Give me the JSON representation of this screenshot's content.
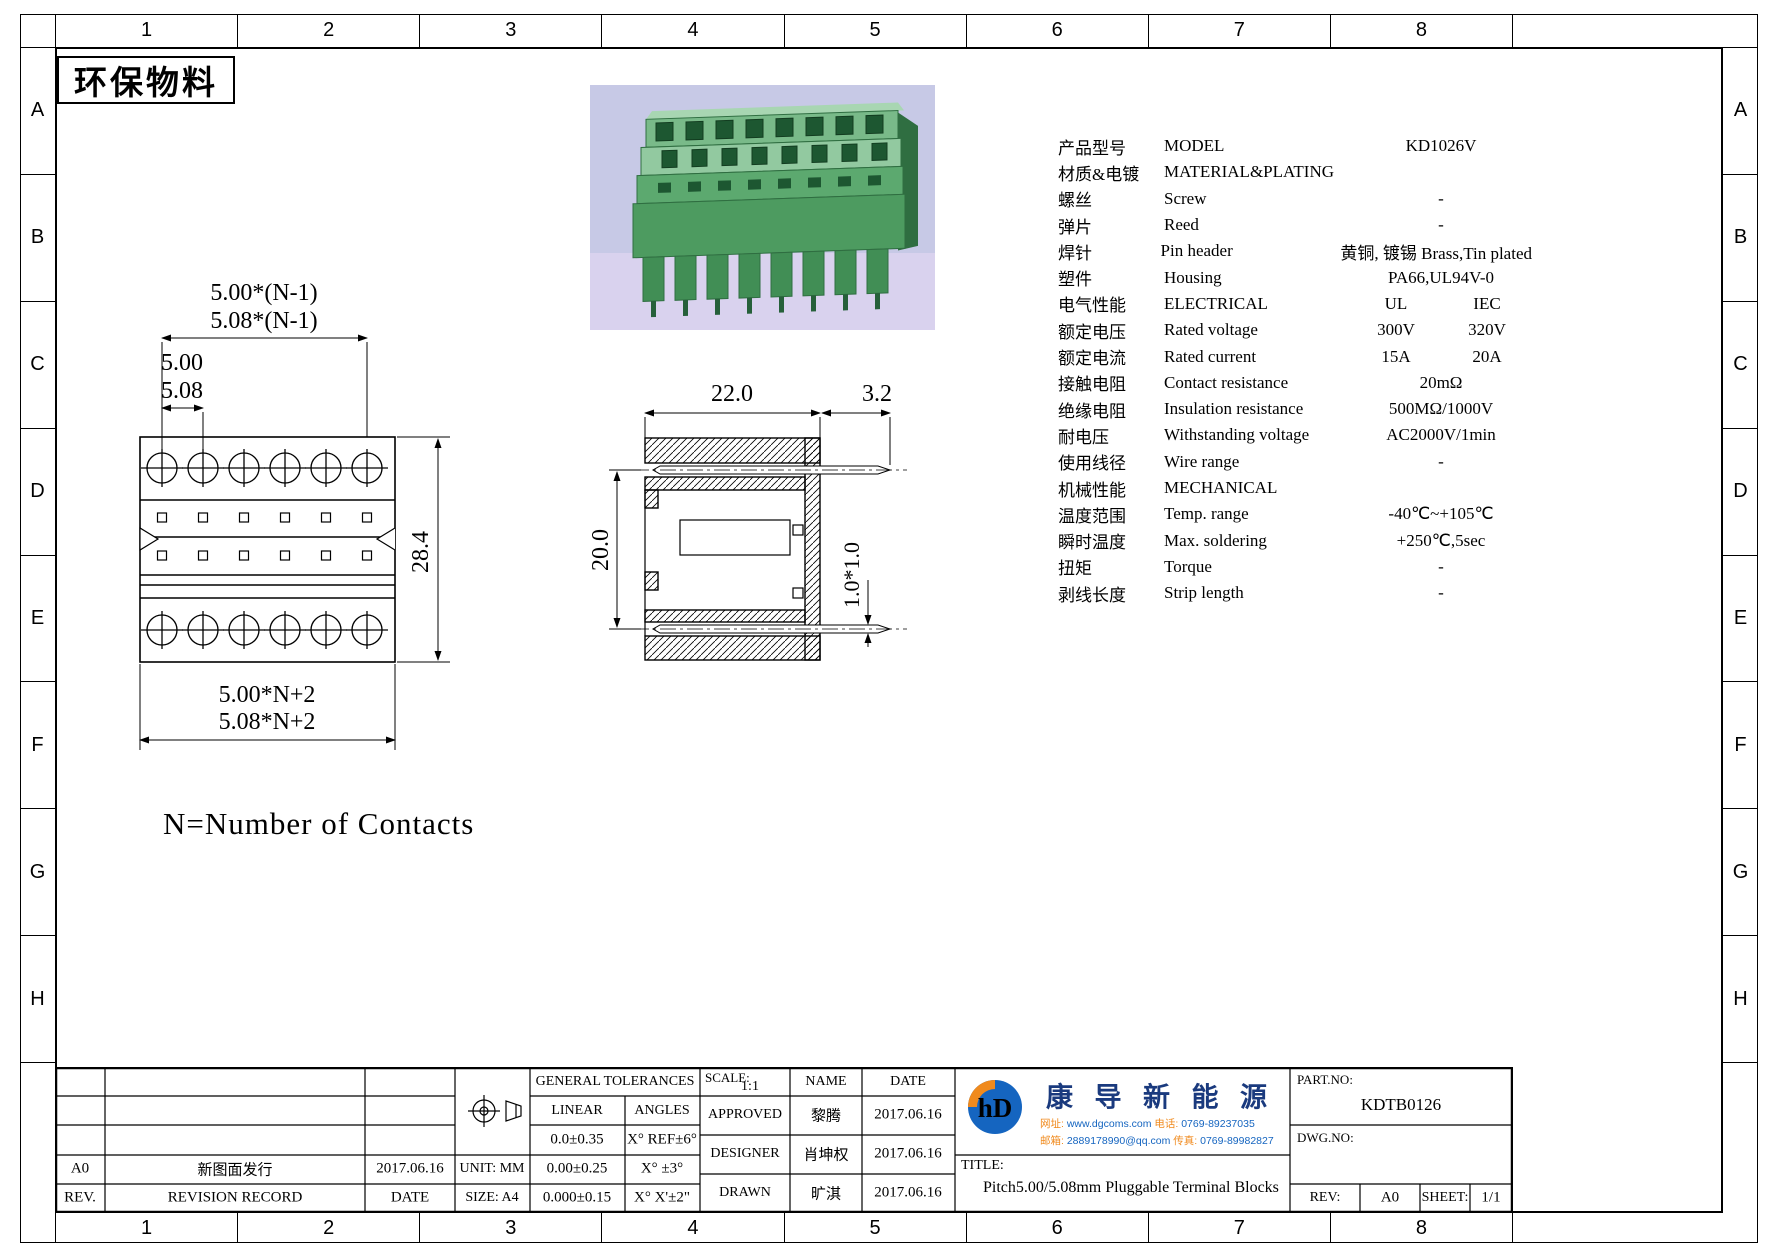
{
  "frame": {
    "eco_label": "环保物料",
    "columns": [
      "1",
      "2",
      "3",
      "4",
      "5",
      "6",
      "7",
      "8"
    ],
    "rows": [
      "A",
      "B",
      "C",
      "D",
      "E",
      "F",
      "G",
      "H"
    ]
  },
  "views": {
    "note": "N=Number of Contacts",
    "front": {
      "dim_pitch_total_1": "5.00*(N-1)",
      "dim_pitch_total_2": "5.08*(N-1)",
      "dim_pitch_1": "5.00",
      "dim_pitch_2": "5.08",
      "dim_height": "28.4",
      "dim_width_1": "5.00*N+2",
      "dim_width_2": "5.08*N+2"
    },
    "side": {
      "dim_depth": "22.0",
      "dim_pin_length": "3.2",
      "dim_height": "20.0",
      "dim_pin_section": "1.0*1.0"
    }
  },
  "specs": {
    "rows": [
      {
        "cn": "产品型号",
        "en": "MODEL",
        "v1": "KD1026V",
        "v2": ""
      },
      {
        "cn": "材质&电镀",
        "en": "MATERIAL&PLATING",
        "v1": "",
        "v2": ""
      },
      {
        "cn": "螺丝",
        "en": "Screw",
        "v1": "-",
        "v2": ""
      },
      {
        "cn": "弹片",
        "en": "Reed",
        "v1": "-",
        "v2": ""
      },
      {
        "cn": "焊针",
        "en": "Pin header",
        "v1": "黄铜, 镀锡 Brass,Tin plated",
        "v2": ""
      },
      {
        "cn": "塑件",
        "en": "Housing",
        "v1": "PA66,UL94V-0",
        "v2": ""
      },
      {
        "cn": "电气性能",
        "en": "ELECTRICAL",
        "v1": "UL",
        "v2": "IEC"
      },
      {
        "cn": "额定电压",
        "en": "Rated voltage",
        "v1": "300V",
        "v2": "320V"
      },
      {
        "cn": "额定电流",
        "en": "Rated current",
        "v1": "15A",
        "v2": "20A"
      },
      {
        "cn": "接触电阻",
        "en": "Contact resistance",
        "v1": "20mΩ",
        "v2": ""
      },
      {
        "cn": "绝缘电阻",
        "en": "Insulation resistance",
        "v1": "500MΩ/1000V",
        "v2": ""
      },
      {
        "cn": "耐电压",
        "en": "Withstanding voltage",
        "v1": "AC2000V/1min",
        "v2": ""
      },
      {
        "cn": "使用线径",
        "en": "Wire range",
        "v1": "-",
        "v2": ""
      },
      {
        "cn": "机械性能",
        "en": "MECHANICAL",
        "v1": "",
        "v2": ""
      },
      {
        "cn": "温度范围",
        "en": "Temp. range",
        "v1": "-40℃~+105℃",
        "v2": ""
      },
      {
        "cn": "瞬时温度",
        "en": "Max. soldering",
        "v1": "+250℃,5sec",
        "v2": ""
      },
      {
        "cn": "扭矩",
        "en": "Torque",
        "v1": "-",
        "v2": ""
      },
      {
        "cn": "剥线长度",
        "en": "Strip length",
        "v1": "-",
        "v2": ""
      }
    ]
  },
  "titleblock": {
    "revision": {
      "rows": [
        {
          "rev": "A0",
          "record": "新图面发行",
          "date": "2017.06.16"
        },
        {
          "rev": "REV.",
          "record": "REVISION RECORD",
          "date": "DATE"
        }
      ]
    },
    "tolerances": {
      "title": "GENERAL TOLERANCES",
      "col_linear": "LINEAR",
      "col_angles": "ANGLES",
      "rows": [
        {
          "linear": "0.0±0.35",
          "angles": "X° REF±6°"
        },
        {
          "linear": "0.00±0.25",
          "angles": "X° ±3°"
        },
        {
          "linear": "0.000±0.15",
          "angles": "X° X'±2\""
        }
      ],
      "unit_label": "UNIT: MM",
      "size_label": "SIZE: A4"
    },
    "approvals": {
      "scale_label": "SCALE:",
      "scale_value": "1:1",
      "col_name": "NAME",
      "col_date": "DATE",
      "rows": [
        {
          "role": "APPROVED",
          "name": "黎腾",
          "date": "2017.06.16"
        },
        {
          "role": "DESIGNER",
          "name": "肖坤权",
          "date": "2017.06.16"
        },
        {
          "role": "DRAWN",
          "name": "旷淇",
          "date": "2017.06.16"
        }
      ]
    },
    "company": {
      "logo_text": "hD",
      "name": "康 导 新 能 源",
      "web_label": "网址:",
      "web": "www.dgcoms.com",
      "tel_label": "电话:",
      "tel": "0769-89237035",
      "mail_label": "邮箱:",
      "mail": "2889178990@qq.com",
      "fax_label": "传真:",
      "fax": "0769-89982827",
      "title_label": "TITLE:",
      "title_value": "Pitch5.00/5.08mm Pluggable Terminal Blocks"
    },
    "ids": {
      "part_label": "PART.NO:",
      "part_value": "KDTB0126",
      "dwg_label": "DWG.NO:",
      "rev_label": "REV:",
      "rev_value": "A0",
      "sheet_label": "SHEET:",
      "sheet_value": "1/1"
    }
  },
  "colors": {
    "line": "#000000",
    "logo_blue": "#1565c0",
    "logo_orange": "#f08a1d",
    "company_blue": "#1a3a7e",
    "product_green": "#4d9b60",
    "photo_background": "#c7c9e6"
  }
}
